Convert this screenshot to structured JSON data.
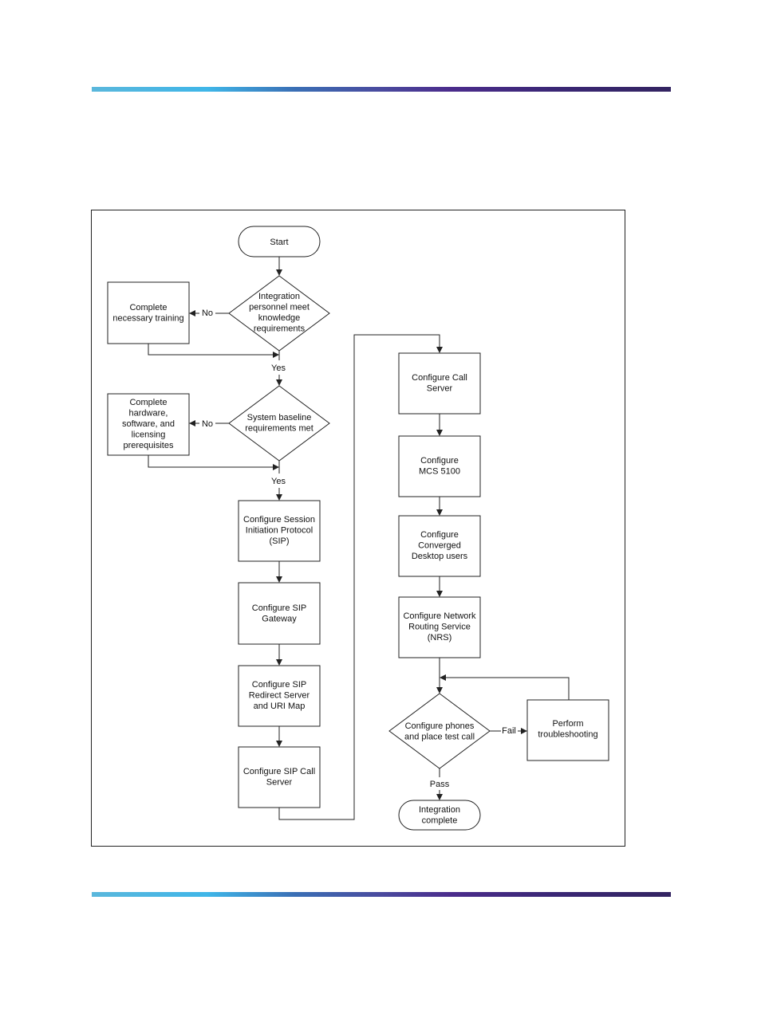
{
  "diagram": {
    "start": "Start",
    "decision_knowledge": [
      "Integration",
      "personnel meet",
      "knowledge",
      "requirements"
    ],
    "box_training": [
      "Complete",
      "necessary training"
    ],
    "decision_baseline": [
      "System baseline",
      "requirements met"
    ],
    "box_prereq": [
      "Complete",
      "hardware,",
      "software, and",
      "licensing",
      "prerequisites"
    ],
    "label_no": "No",
    "label_yes": "Yes",
    "box_sip": [
      "Configure Session",
      "Initiation Protocol",
      "(SIP)"
    ],
    "box_gateway": [
      "Configure SIP",
      "Gateway"
    ],
    "box_redirect": [
      "Configure SIP",
      "Redirect Server",
      "and URI Map"
    ],
    "box_sip_call": [
      "Configure SIP Call",
      "Server"
    ],
    "box_call_server": [
      "Configure Call",
      "Server"
    ],
    "box_mcs": [
      "Configure",
      "MCS 5100"
    ],
    "box_converged": [
      "Configure",
      "Converged",
      "Desktop users"
    ],
    "box_nrs": [
      "Configure Network",
      "Routing Service",
      "(NRS)"
    ],
    "decision_test": [
      "Configure phones",
      "and place test call"
    ],
    "label_fail": "Fail",
    "box_troubleshoot": [
      "Perform",
      "troubleshooting"
    ],
    "label_pass": "Pass",
    "end": [
      "Integration",
      "complete"
    ]
  }
}
